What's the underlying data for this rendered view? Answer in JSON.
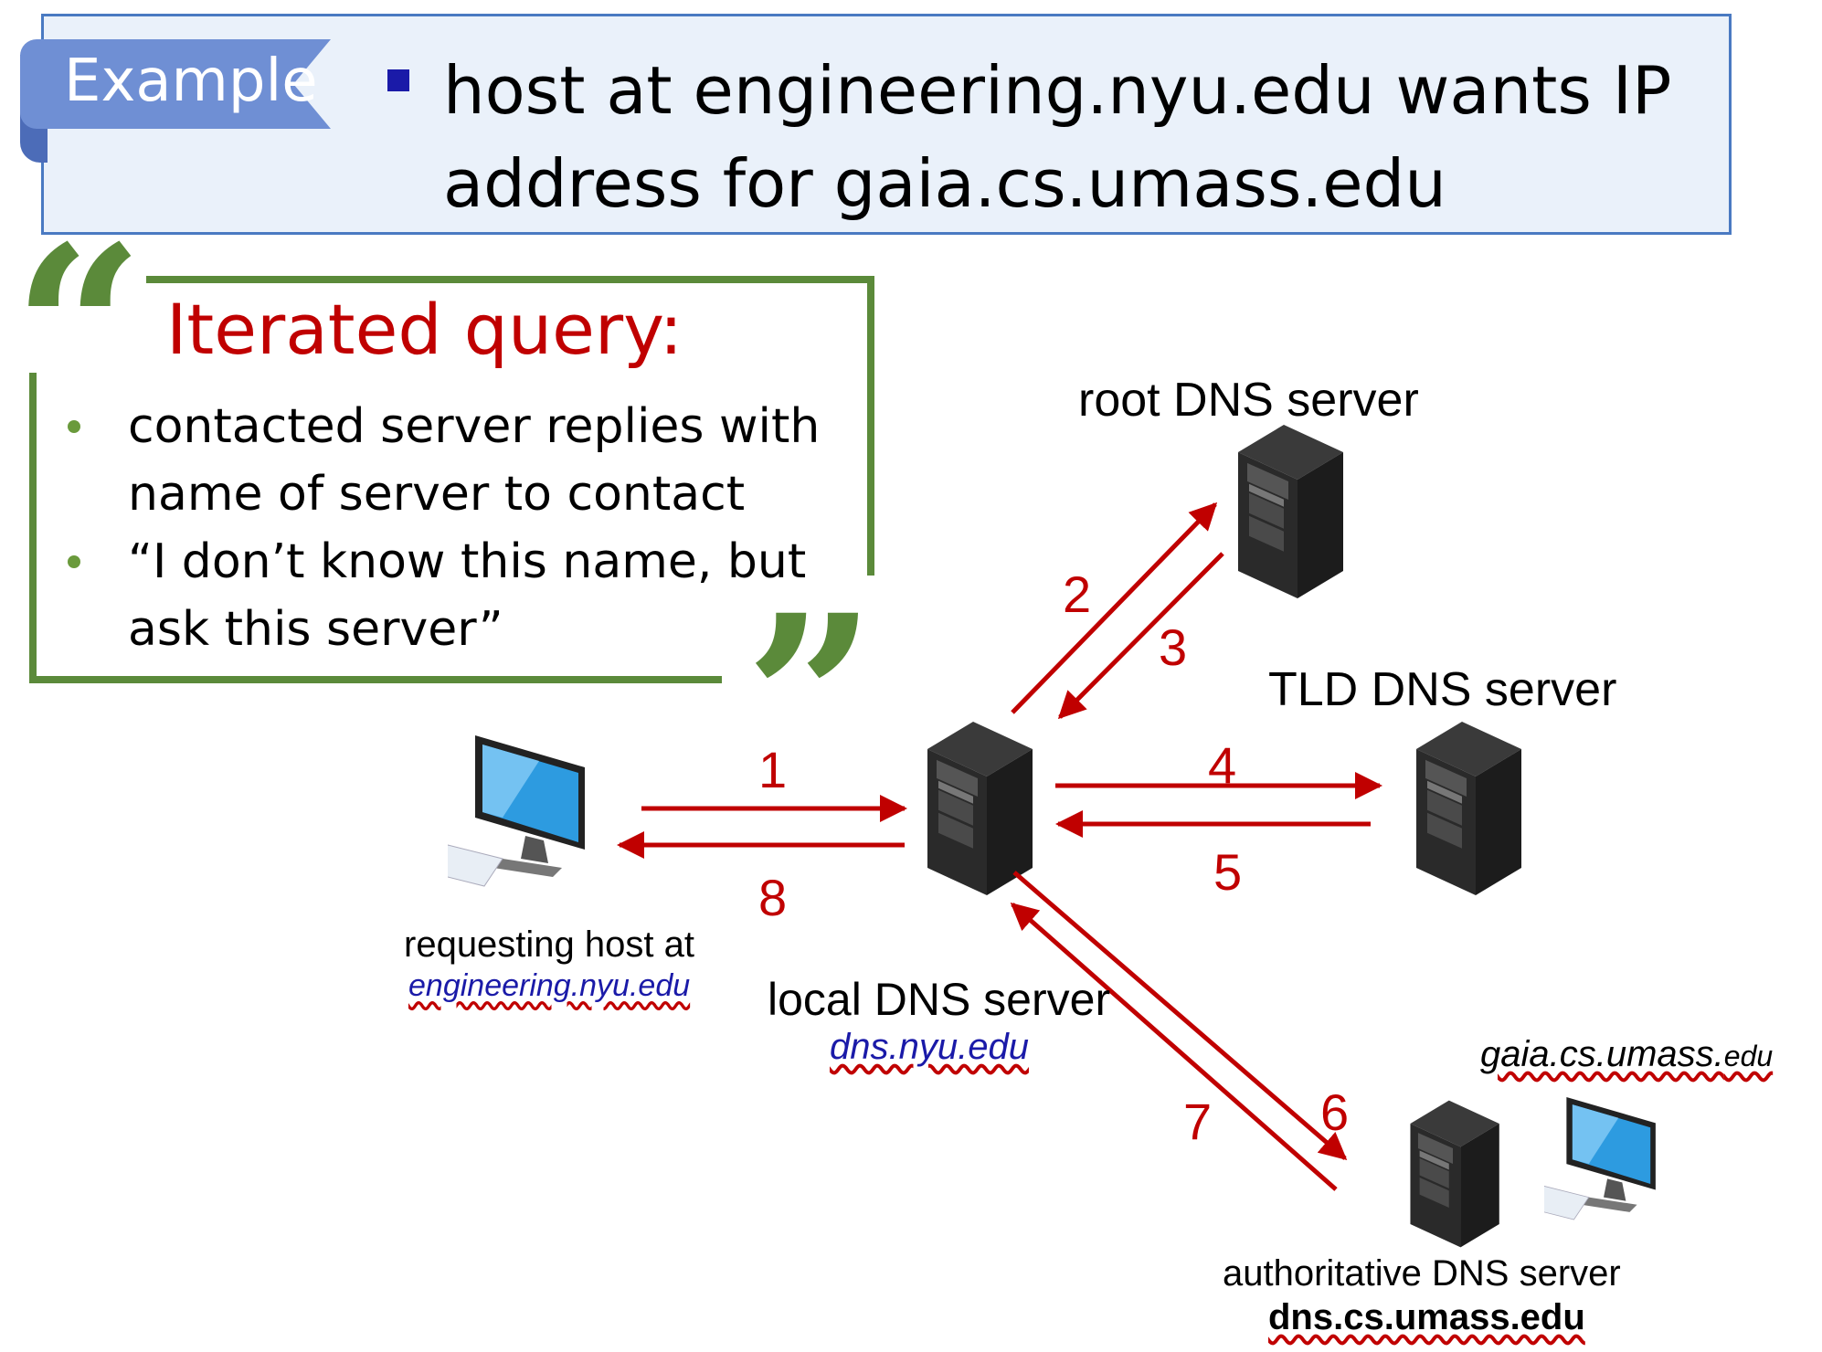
{
  "example": {
    "tag": "Example",
    "text": "host at engineering.nyu.edu wants IP address for gaia.cs.umass.edu"
  },
  "quote": {
    "open_mark": "“",
    "close_mark": "”",
    "title": "Iterated query:",
    "items": [
      "contacted server replies with name of server to contact",
      "“I don’t know this name, but ask this server”"
    ]
  },
  "nodes": {
    "root": {
      "label": "root DNS server",
      "icon": "server-tower-icon"
    },
    "tld": {
      "label": "TLD DNS server",
      "icon": "server-tower-icon"
    },
    "local": {
      "label": "local DNS server",
      "sublabel": "dns.nyu.edu",
      "icon": "server-tower-icon"
    },
    "host": {
      "label": "requesting host at",
      "sublabel": "engineering.nyu.edu",
      "icon": "desktop-computer-icon"
    },
    "auth": {
      "label": "authoritative DNS server",
      "sublabel": "dns.cs.umass.edu",
      "icon": "server-tower-icon"
    },
    "gaia": {
      "label_main": "gaia.cs.umass.",
      "label_small": "edu",
      "icon": "desktop-computer-icon"
    }
  },
  "steps": [
    "1",
    "2",
    "3",
    "4",
    "5",
    "6",
    "7",
    "8"
  ],
  "colors": {
    "arrow": "#c00000",
    "quote_green": "#5b8a3a",
    "example_border": "#4a7ac2",
    "link": "#1a1aa8"
  }
}
